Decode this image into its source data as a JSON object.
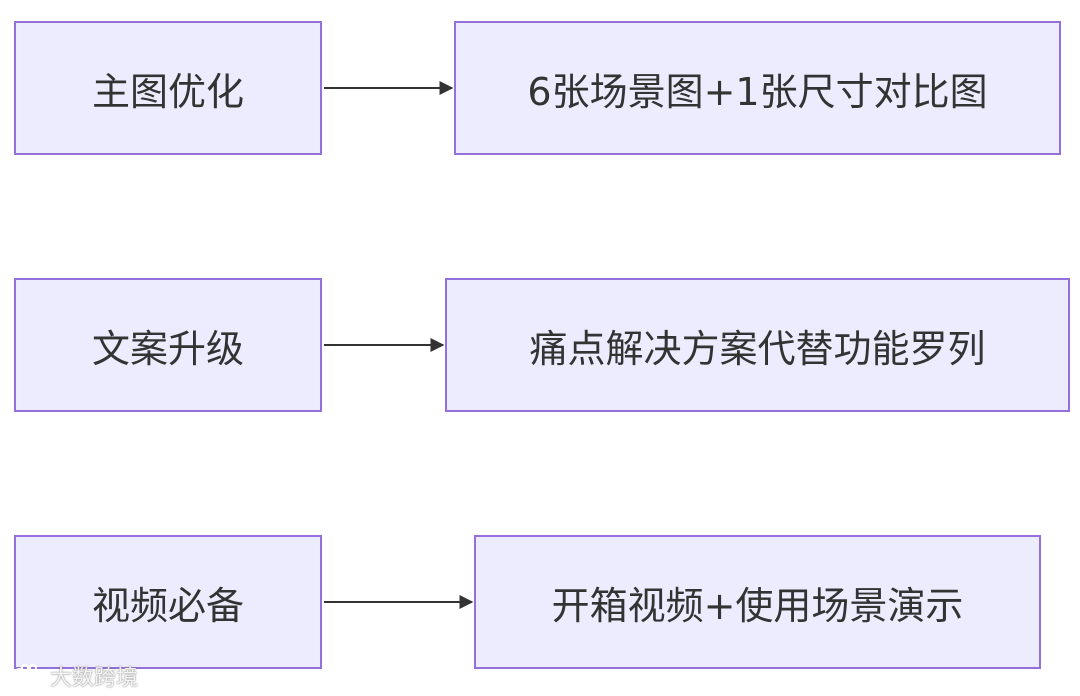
{
  "flowchart": {
    "rows": [
      {
        "source": "主图优化",
        "target": "6张场景图+1张尺寸对比图"
      },
      {
        "source": "文案升级",
        "target": "痛点解决方案代替功能罗列"
      },
      {
        "source": "视频必备",
        "target": "开箱视频+使用场景演示"
      }
    ]
  },
  "colors": {
    "node_fill": "#ececfe",
    "node_border": "#9370db",
    "text": "#333333",
    "edge": "#333333"
  },
  "watermark": {
    "text": "大数跨境"
  }
}
